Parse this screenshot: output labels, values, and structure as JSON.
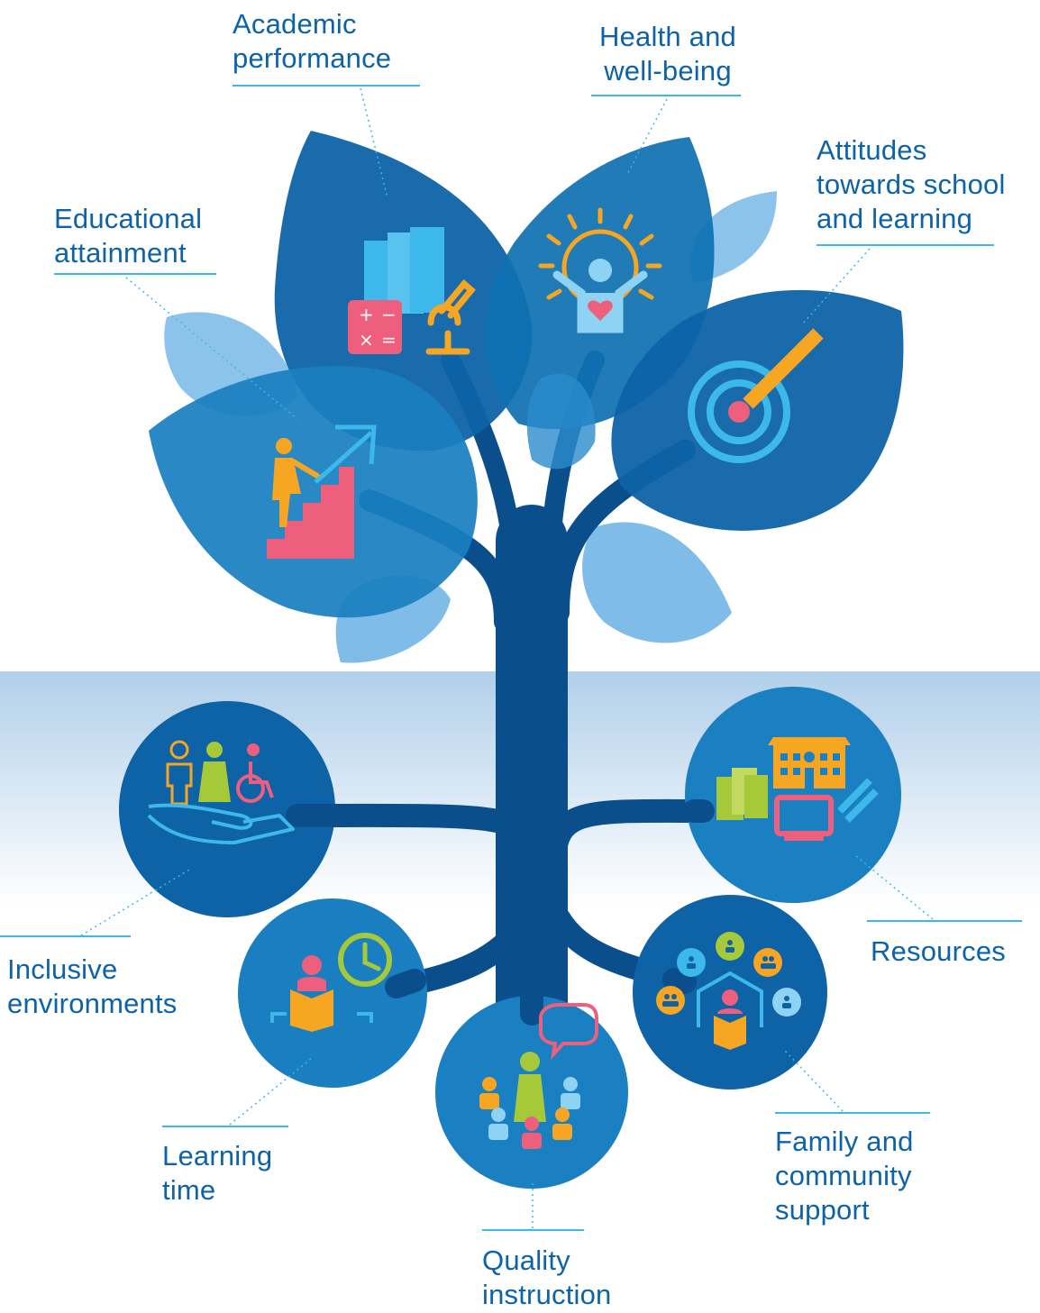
{
  "outcomes": {
    "educational_attainment": "Educational\nattainment",
    "academic_performance": "Academic\nperformance",
    "health_wellbeing": "Health and\nwell-being",
    "attitudes": "Attitudes\ntowards school\nand learning"
  },
  "conditions": {
    "inclusive_environments": "Inclusive\nenvironments",
    "learning_time": "Learning\ntime",
    "quality_instruction": "Quality\ninstruction",
    "family_community_support": "Family  and\ncommunity\nsupport",
    "resources": "Resources"
  },
  "icons": {
    "educational_attainment": "person-climbing-stairs-icon",
    "academic_performance": "books-calculator-microscope-icon",
    "health_wellbeing": "person-sun-heart-icon",
    "attitudes": "target-pencil-icon",
    "inclusive_environments": "hand-holding-people-icon",
    "learning_time": "reader-clock-icon",
    "quality_instruction": "teacher-students-icon",
    "family_community_support": "community-reader-icon",
    "resources": "school-books-computer-icon"
  },
  "colors": {
    "label": "#0c63a9",
    "leaf_dark": "#0e63a6",
    "leaf_mid": "#1a80c1",
    "leaf_light": "#7fbde8",
    "trunk": "#0a4f8c",
    "orange": "#f6a623",
    "pink": "#ee5f7d",
    "green": "#a6c939",
    "cyan": "#3db8ea"
  }
}
